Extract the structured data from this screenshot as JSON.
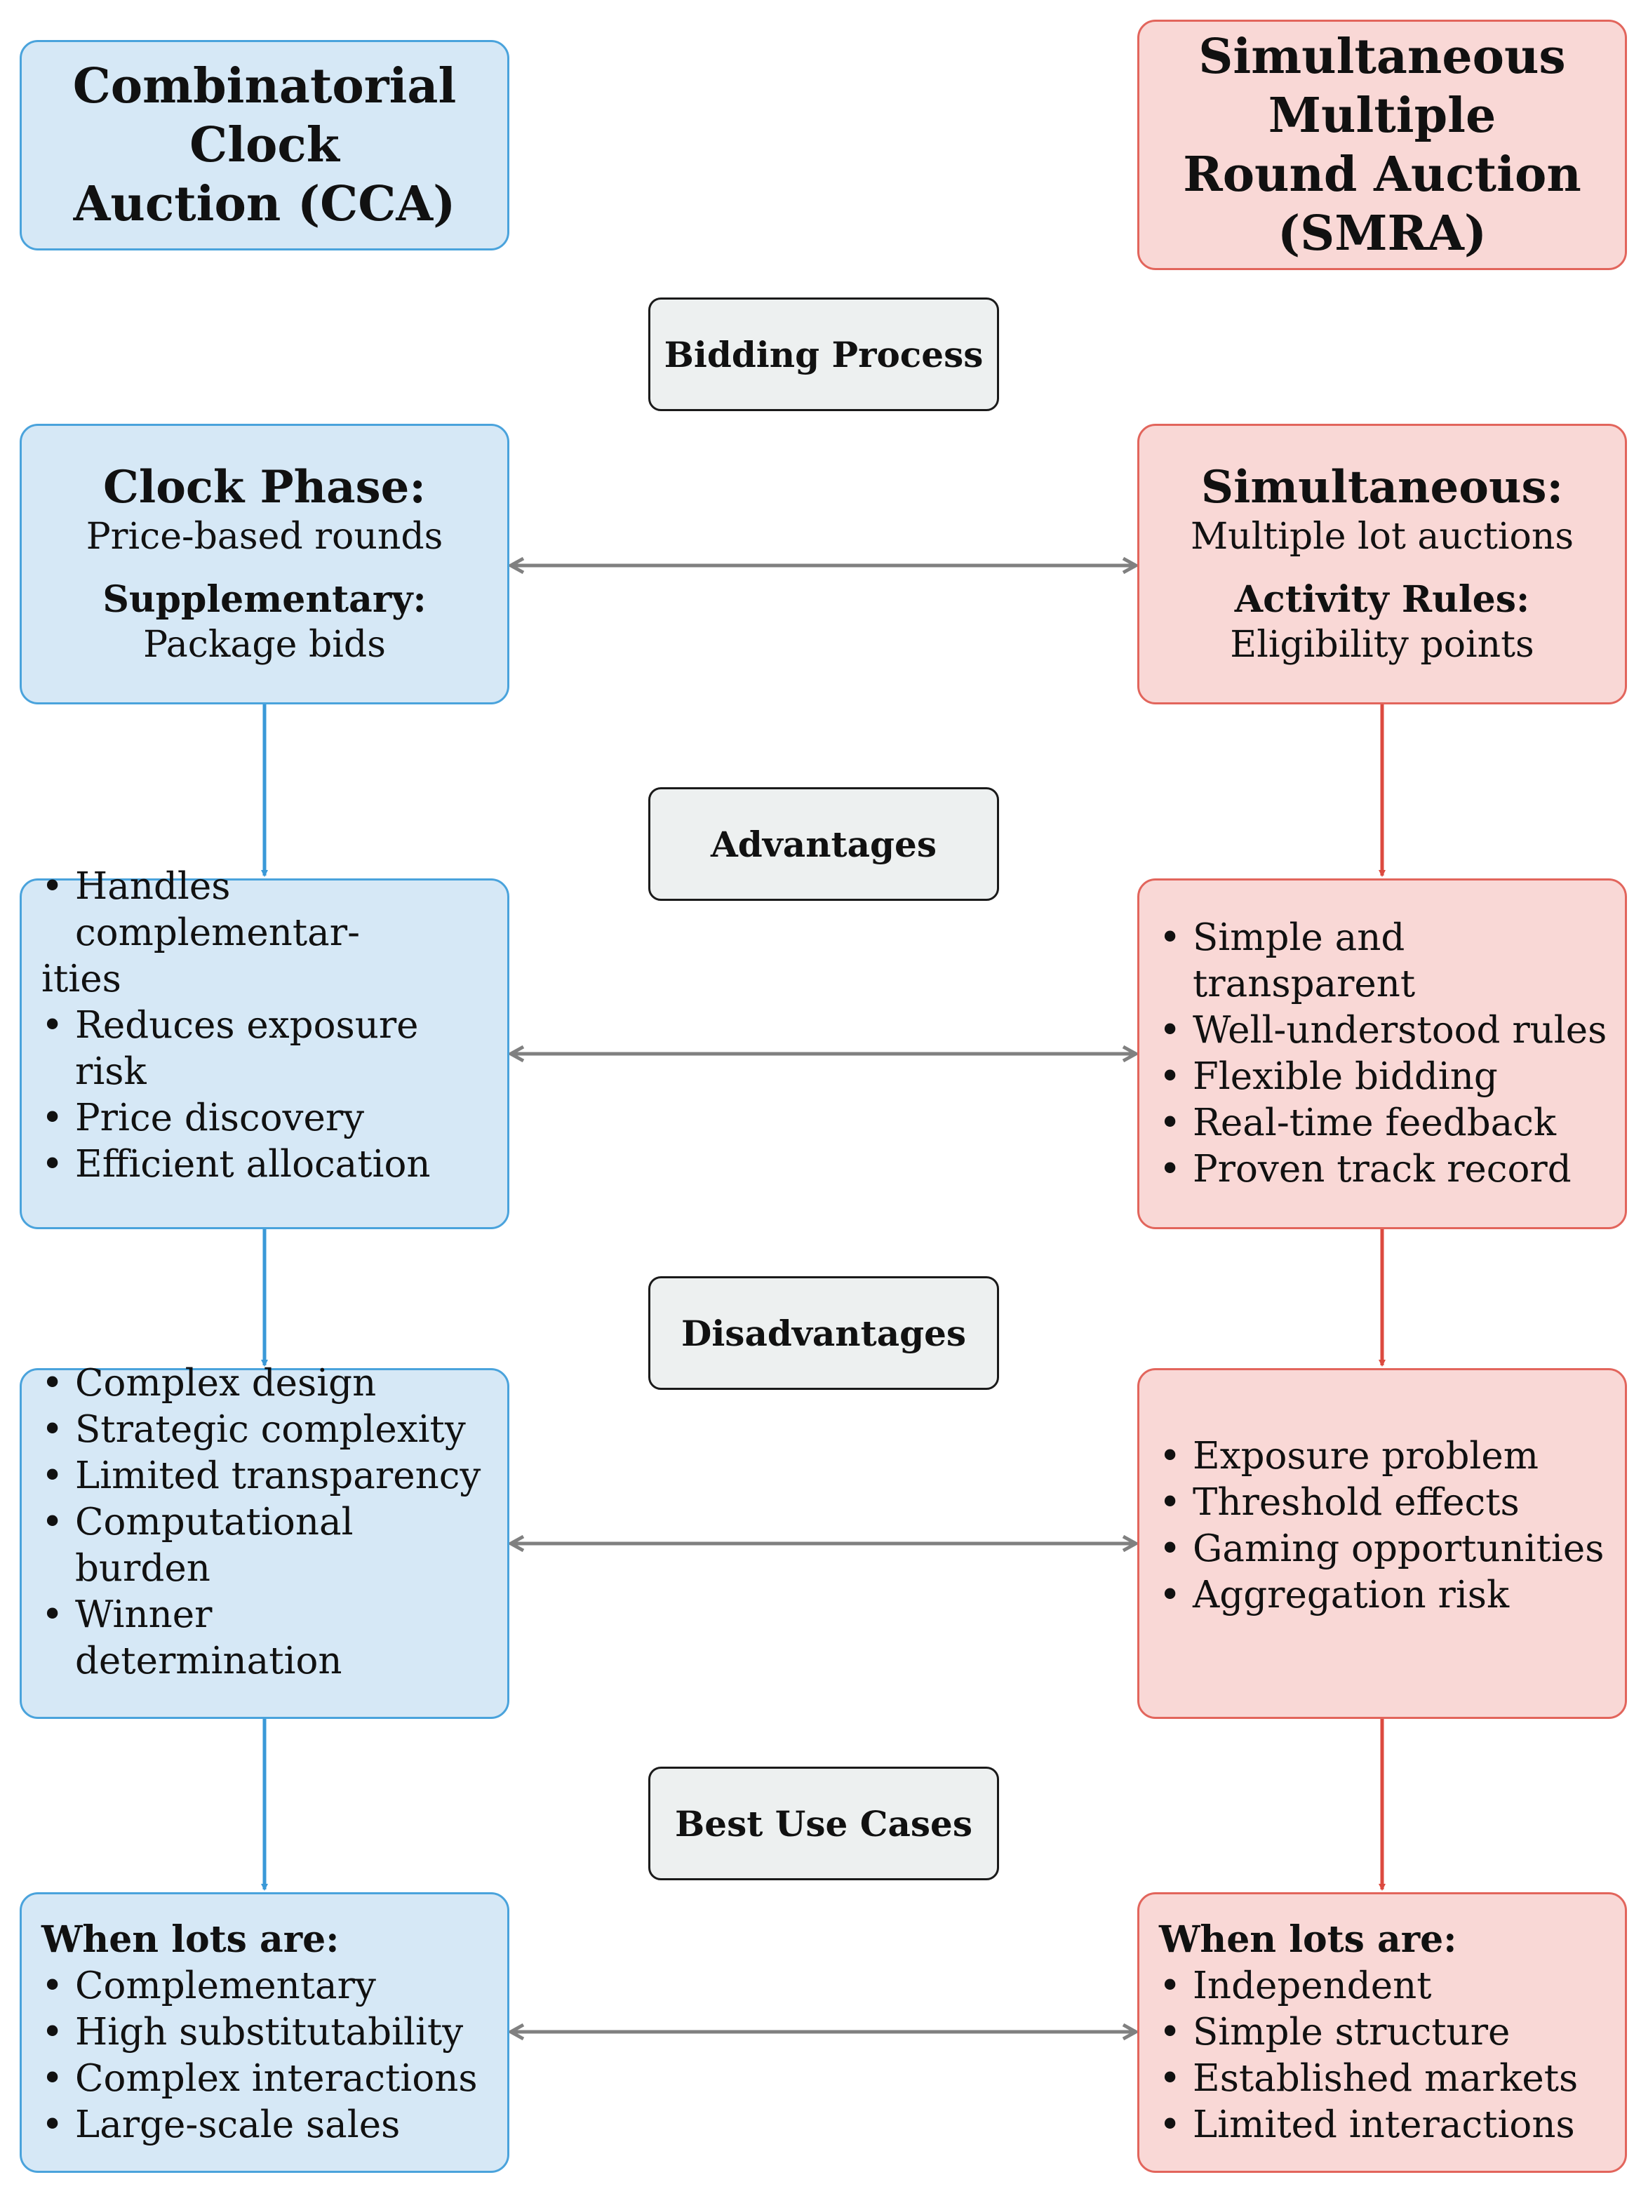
{
  "colors": {
    "cca_fill": "#d6e8f6",
    "cca_border": "#4aa3dc",
    "smra_fill": "#f9d8d6",
    "smra_border": "#e2655c",
    "category_fill": "#edf0f0",
    "link_arrow": "#808080"
  },
  "cca": {
    "title_lines": [
      "Combinatorial",
      "Clock",
      "Auction (CCA)"
    ],
    "process": {
      "title": "Clock Phase:",
      "desc": "Price-based rounds",
      "label2": "Supplementary:",
      "desc2": "Package bids"
    },
    "advantages": [
      "Handles complementar-",
      "ities",
      "Reduces exposure risk",
      "Price discovery",
      "Efficient allocation"
    ],
    "disadvantages": [
      "Complex design",
      "Strategic complexity",
      "Limited transparency",
      "Computational burden",
      "Winner determination"
    ],
    "use_cases": {
      "label": "When lots are:",
      "items": [
        "Complementary",
        "High substitutability",
        "Complex interactions",
        "Large-scale sales"
      ]
    }
  },
  "smra": {
    "title_lines": [
      "Simultaneous",
      "Multiple",
      "Round Auction",
      "(SMRA)"
    ],
    "process": {
      "title": "Simultaneous:",
      "desc": "Multiple lot auctions",
      "label2": "Activity Rules:",
      "desc2": "Eligibility points"
    },
    "advantages": [
      "Simple and transparent",
      "Well-understood rules",
      "Flexible bidding",
      "Real-time feedback",
      "Proven track record"
    ],
    "disadvantages": [
      "Exposure problem",
      "Threshold effects",
      "Gaming opportunities",
      "Aggregation risk"
    ],
    "use_cases": {
      "label": "When lots are:",
      "items": [
        "Independent",
        "Simple structure",
        "Established markets",
        "Limited interactions"
      ]
    }
  },
  "categories": [
    "Bidding Process",
    "Advantages",
    "Disadvantages",
    "Best Use Cases"
  ],
  "bullet": "•"
}
